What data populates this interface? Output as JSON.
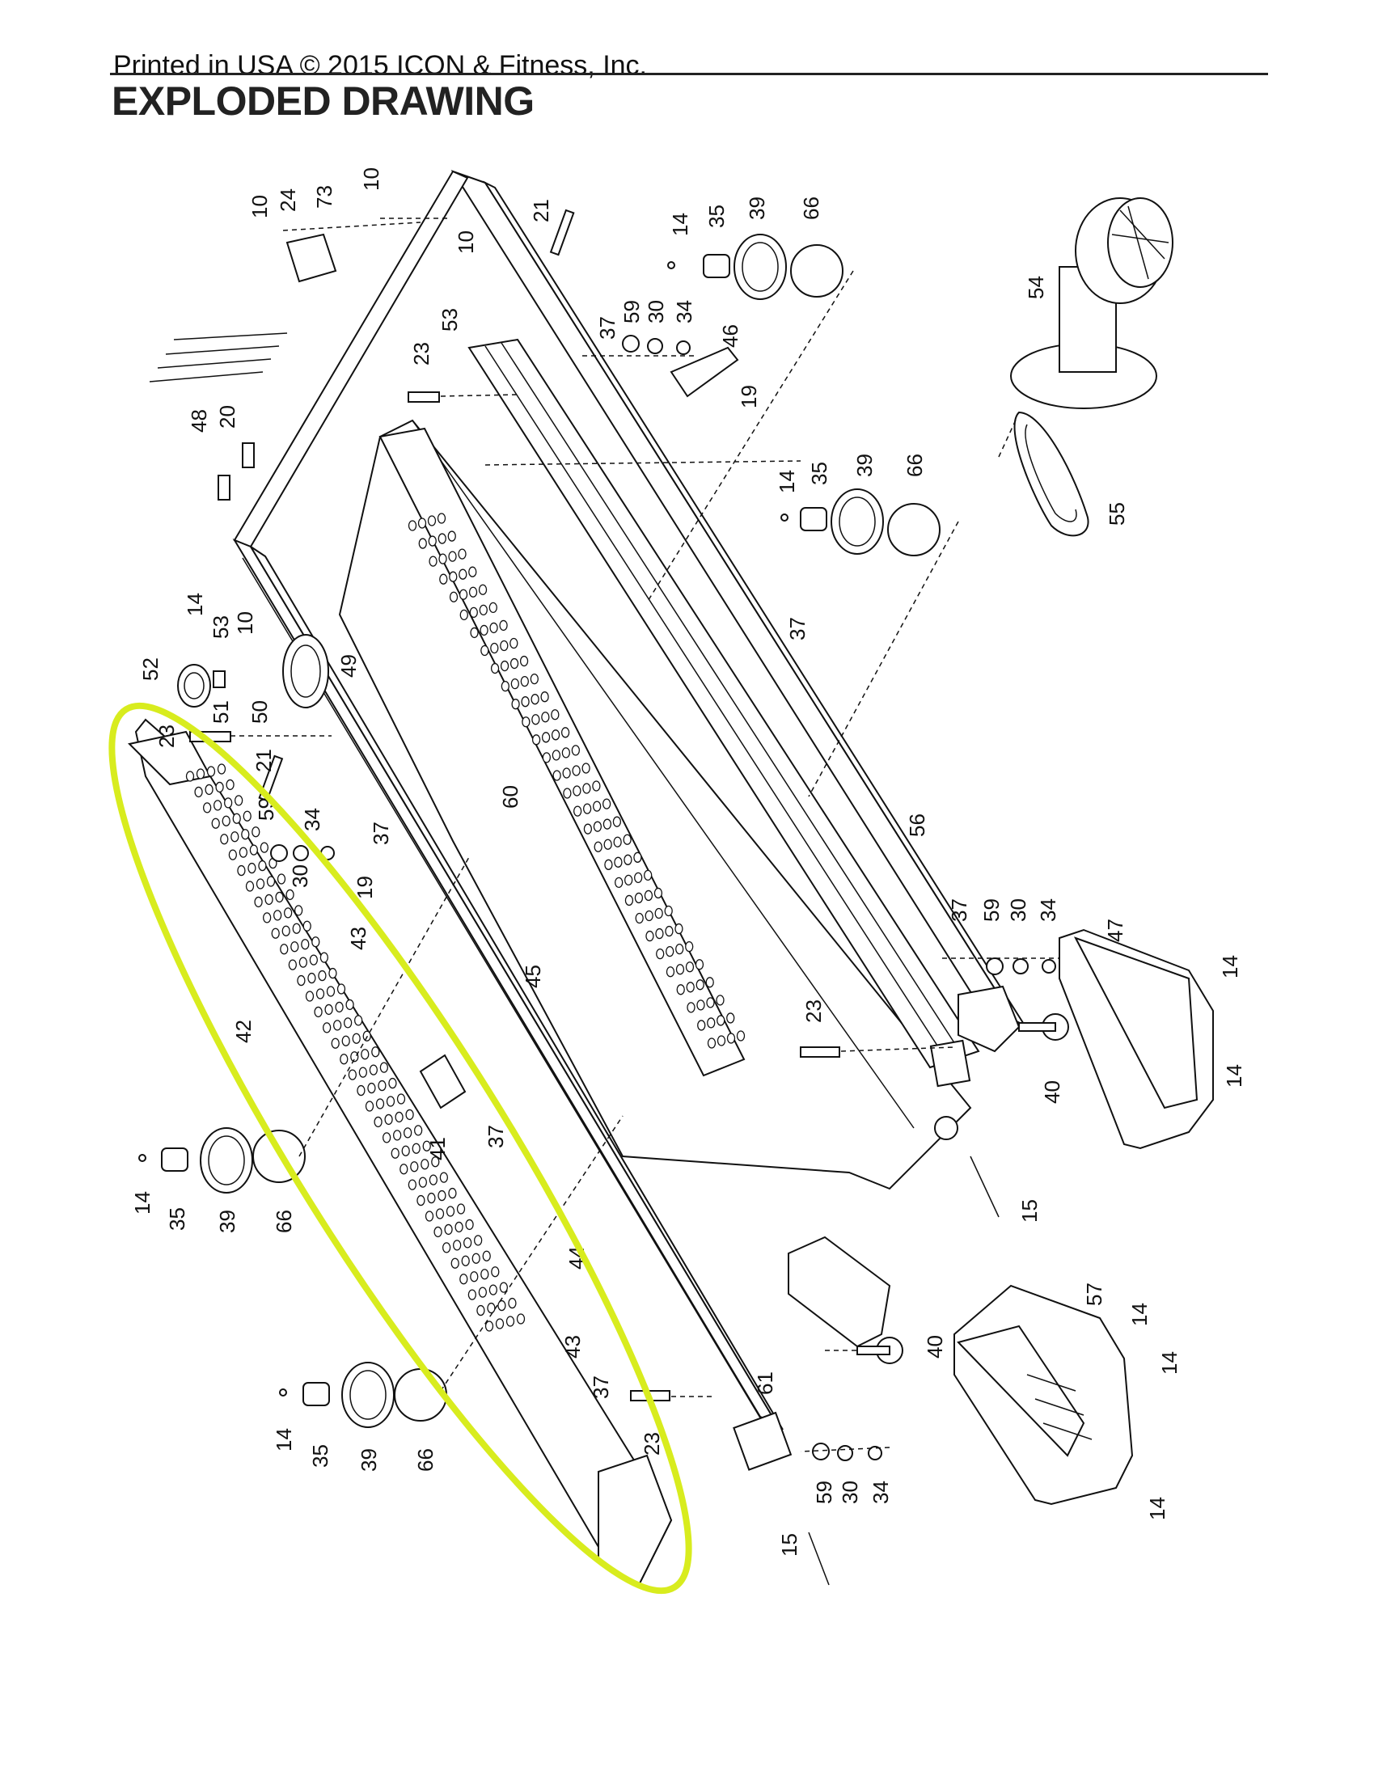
{
  "header": {
    "copyright": "Printed in USA © 2015 ICON & Fitness, Inc.",
    "title": "EXPLODED DRAWING"
  },
  "callouts": [
    {
      "id": "c10a",
      "text": "10"
    },
    {
      "id": "c24",
      "text": "24"
    },
    {
      "id": "c73",
      "text": "73"
    },
    {
      "id": "c10b",
      "text": "10"
    },
    {
      "id": "c10c",
      "text": "10"
    },
    {
      "id": "c53a",
      "text": "53"
    },
    {
      "id": "c21a",
      "text": "21"
    },
    {
      "id": "c14a",
      "text": "14"
    },
    {
      "id": "c35a",
      "text": "35"
    },
    {
      "id": "c39a",
      "text": "39"
    },
    {
      "id": "c66a",
      "text": "66"
    },
    {
      "id": "c54",
      "text": "54"
    },
    {
      "id": "c37a",
      "text": "37"
    },
    {
      "id": "c59a",
      "text": "59"
    },
    {
      "id": "c30a",
      "text": "30"
    },
    {
      "id": "c34a",
      "text": "34"
    },
    {
      "id": "c46",
      "text": "46"
    },
    {
      "id": "c19a",
      "text": "19"
    },
    {
      "id": "c23a",
      "text": "23"
    },
    {
      "id": "c48",
      "text": "48"
    },
    {
      "id": "c20",
      "text": "20"
    },
    {
      "id": "c14b",
      "text": "14"
    },
    {
      "id": "c35b",
      "text": "35"
    },
    {
      "id": "c39b",
      "text": "39"
    },
    {
      "id": "c66b",
      "text": "66"
    },
    {
      "id": "c55",
      "text": "55"
    },
    {
      "id": "c14c",
      "text": "14"
    },
    {
      "id": "c53b",
      "text": "53"
    },
    {
      "id": "c10d",
      "text": "10"
    },
    {
      "id": "c52",
      "text": "52"
    },
    {
      "id": "c51",
      "text": "51"
    },
    {
      "id": "c50",
      "text": "50"
    },
    {
      "id": "c49",
      "text": "49"
    },
    {
      "id": "c37b",
      "text": "37"
    },
    {
      "id": "c23b",
      "text": "23"
    },
    {
      "id": "c21b",
      "text": "21"
    },
    {
      "id": "c60",
      "text": "60"
    },
    {
      "id": "c56",
      "text": "56"
    },
    {
      "id": "c59b",
      "text": "59"
    },
    {
      "id": "c34b",
      "text": "34"
    },
    {
      "id": "c37c",
      "text": "37"
    },
    {
      "id": "c30b",
      "text": "30"
    },
    {
      "id": "c19b",
      "text": "19"
    },
    {
      "id": "c43a",
      "text": "43"
    },
    {
      "id": "c45",
      "text": "45"
    },
    {
      "id": "c37d",
      "text": "37"
    },
    {
      "id": "c59c",
      "text": "59"
    },
    {
      "id": "c30c",
      "text": "30"
    },
    {
      "id": "c34c",
      "text": "34"
    },
    {
      "id": "c47",
      "text": "47"
    },
    {
      "id": "c14d",
      "text": "14"
    },
    {
      "id": "c42",
      "text": "42"
    },
    {
      "id": "c23c",
      "text": "23"
    },
    {
      "id": "c40a",
      "text": "40"
    },
    {
      "id": "c14e",
      "text": "14"
    },
    {
      "id": "c41",
      "text": "41"
    },
    {
      "id": "c37e",
      "text": "37"
    },
    {
      "id": "c14f",
      "text": "14"
    },
    {
      "id": "c35c",
      "text": "35"
    },
    {
      "id": "c39c",
      "text": "39"
    },
    {
      "id": "c66c",
      "text": "66"
    },
    {
      "id": "c15a",
      "text": "15"
    },
    {
      "id": "c44",
      "text": "44"
    },
    {
      "id": "c57",
      "text": "57"
    },
    {
      "id": "c14g",
      "text": "14"
    },
    {
      "id": "c43b",
      "text": "43"
    },
    {
      "id": "c40b",
      "text": "40"
    },
    {
      "id": "c14h",
      "text": "14"
    },
    {
      "id": "c37f",
      "text": "37"
    },
    {
      "id": "c61",
      "text": "61"
    },
    {
      "id": "c14i",
      "text": "14"
    },
    {
      "id": "c35d",
      "text": "35"
    },
    {
      "id": "c39d",
      "text": "39"
    },
    {
      "id": "c66d",
      "text": "66"
    },
    {
      "id": "c23d",
      "text": "23"
    },
    {
      "id": "c59d",
      "text": "59"
    },
    {
      "id": "c30d",
      "text": "30"
    },
    {
      "id": "c34d",
      "text": "34"
    },
    {
      "id": "c14j",
      "text": "14"
    },
    {
      "id": "c15b",
      "text": "15"
    }
  ],
  "highlight": {
    "color": "#d8ec1e",
    "target_part": "42"
  }
}
